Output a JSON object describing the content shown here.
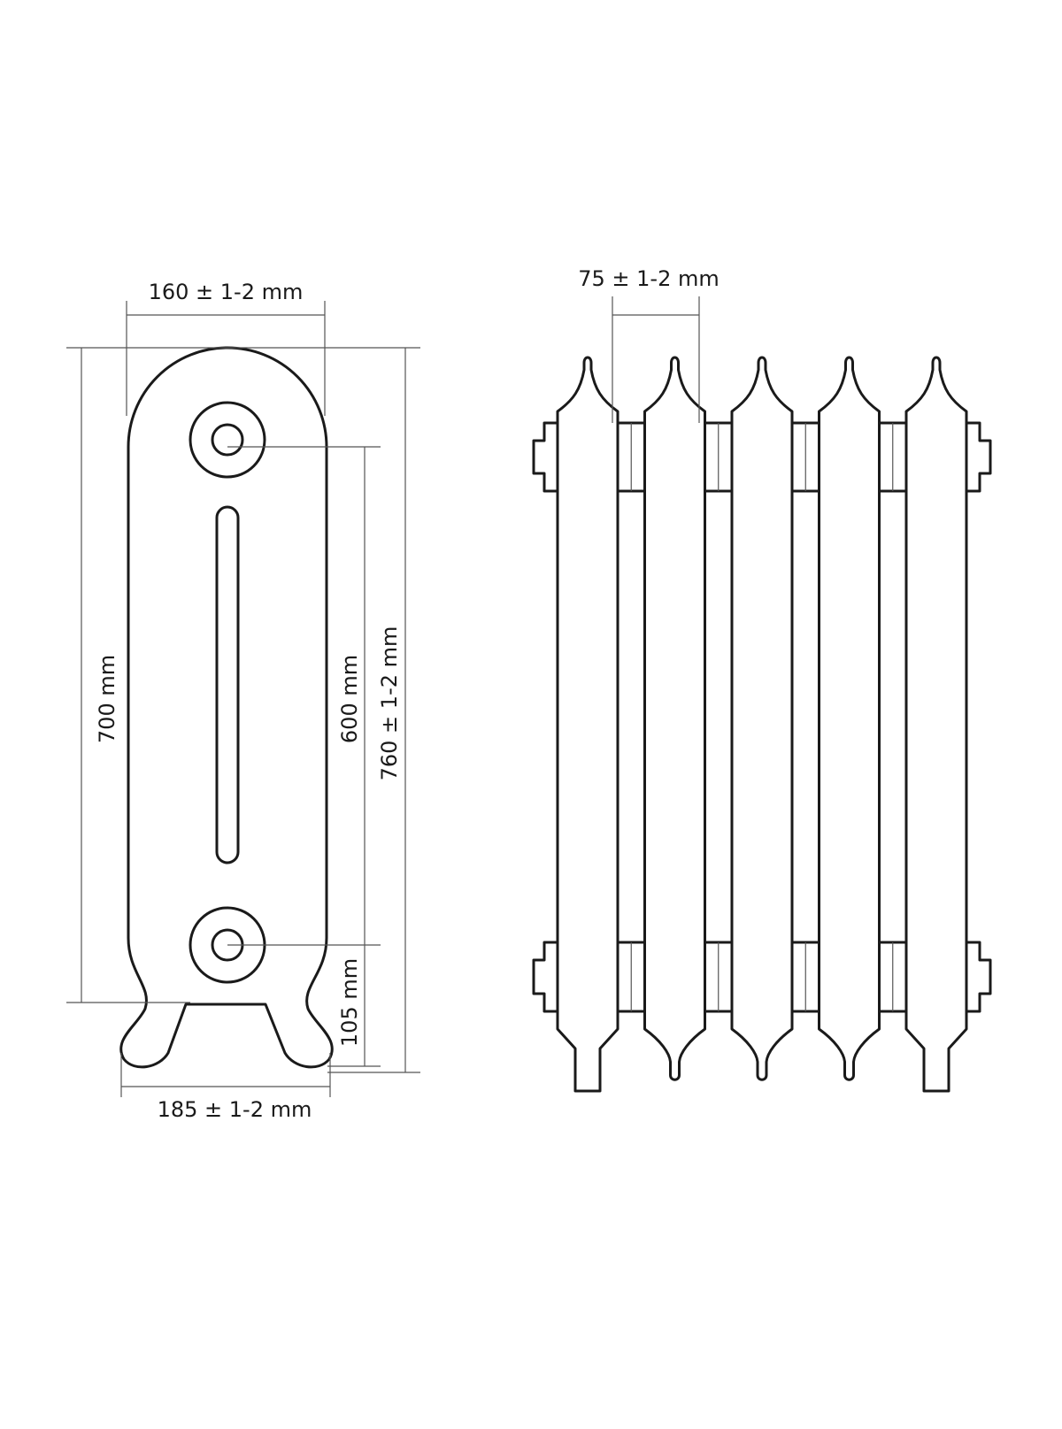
{
  "side_view": {
    "width_label": "160 ± 1-2 mm",
    "height_700_label": "700 mm",
    "axis_600_label": "600 mm",
    "total_height_label": "760 ± 1-2 mm",
    "foot_105_label": "105 mm",
    "base_width_label": "185 ± 1-2 mm"
  },
  "front_view": {
    "pitch_label": "75 ± 1-2 mm",
    "section_count": 5
  },
  "colors": {
    "line": "#1a1a1a",
    "dimension": "#555555"
  }
}
